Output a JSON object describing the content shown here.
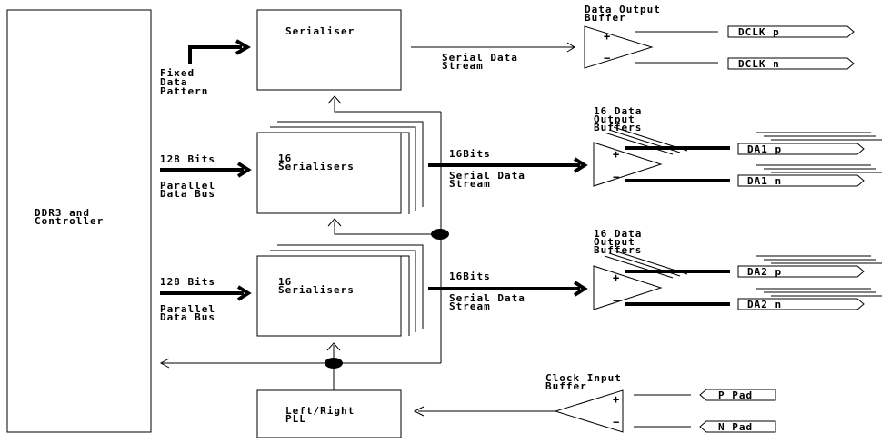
{
  "blocks": {
    "ddr3": [
      "DDR3 and",
      "Controller"
    ],
    "serialiser": "Serialiser",
    "serialisers_top": [
      "16",
      "Serialisers"
    ],
    "serialisers_bottom": [
      "16",
      "Serialisers"
    ],
    "pll": [
      "Left/Right",
      "PLL"
    ]
  },
  "labels": {
    "fixed_pattern": [
      "Fixed",
      "Data",
      "Pattern"
    ],
    "bus_top": [
      "128 Bits",
      "Parallel",
      "Data Bus"
    ],
    "bus_bottom": [
      "128 Bits",
      "Parallel",
      "Data Bus"
    ],
    "serial_stream": [
      "Serial Data",
      "Stream"
    ],
    "stream_top": [
      "16Bits",
      "Serial Data",
      "Stream"
    ],
    "stream_bottom": [
      "16Bits",
      "Serial Data",
      "Stream"
    ]
  },
  "buffers": {
    "data_out": [
      "Data Output",
      "Buffer"
    ],
    "out16_top": [
      "16 Data",
      "Output",
      "Buffers"
    ],
    "out16_bottom": [
      "16 Data",
      "Output",
      "Buffers"
    ],
    "clock_in": [
      "Clock Input",
      "Buffer"
    ]
  },
  "pins": {
    "dclk_p": "DCLK_p",
    "dclk_n": "DCLK_n",
    "da1_p": "DA1_p",
    "da1_n": "DA1_n",
    "da2_p": "DA2_p",
    "da2_n": "DA2_n",
    "p_pad": "P Pad",
    "n_pad": "N Pad"
  },
  "symbols": {
    "plus": "+",
    "minus": "−"
  }
}
